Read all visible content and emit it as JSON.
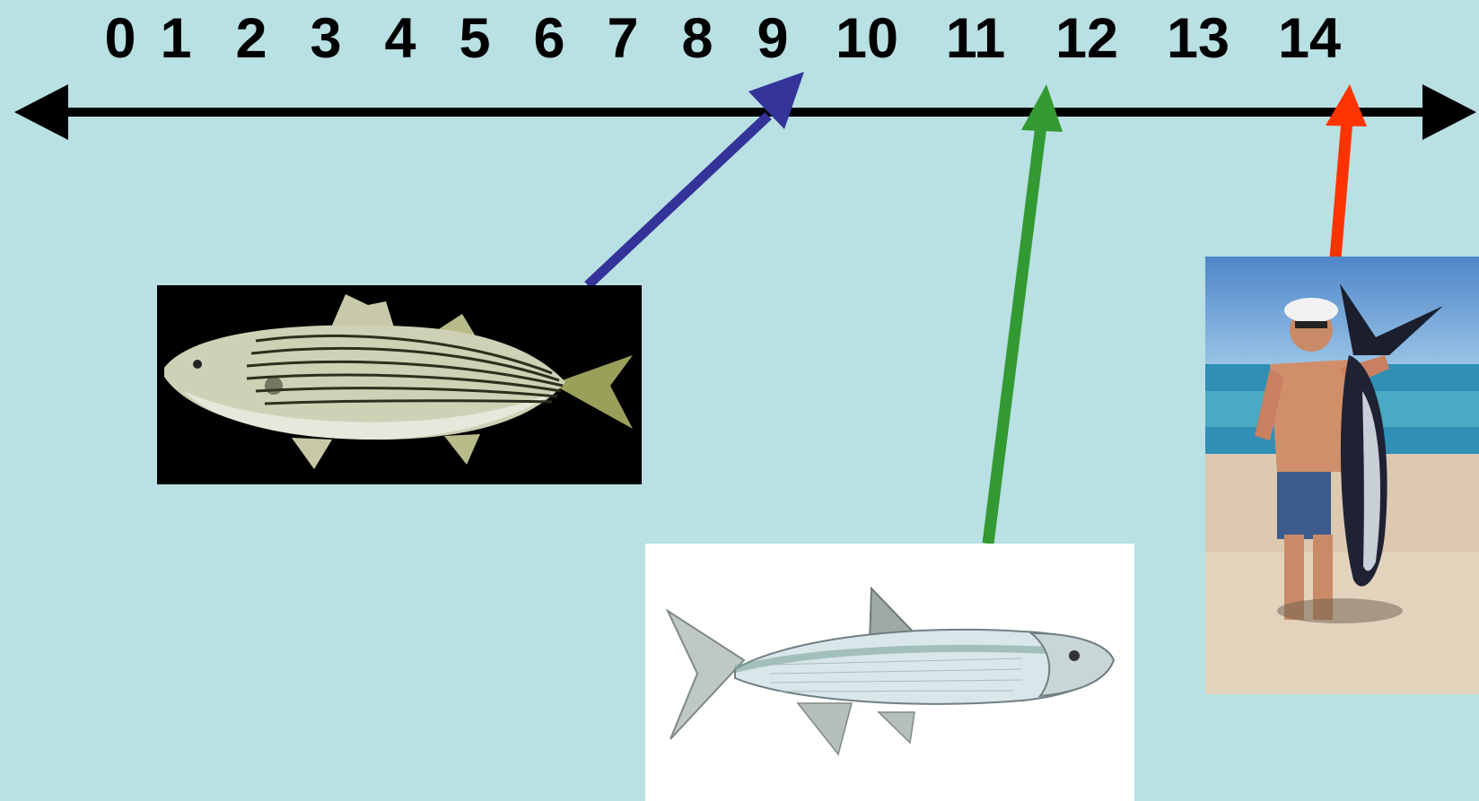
{
  "number_line": {
    "tick_labels": [
      "0",
      "1",
      "2",
      "3",
      "4",
      "5",
      "6",
      "7",
      "8",
      "9",
      "10",
      "11",
      "12",
      "13",
      "14"
    ],
    "line_color": "#000000"
  },
  "arrows": [
    {
      "name": "arrow-to-9",
      "color": "#333399",
      "points_to": 9
    },
    {
      "name": "arrow-to-12",
      "color": "#339933",
      "points_to": 12
    },
    {
      "name": "arrow-to-14",
      "color": "#ff3300",
      "points_to": 14
    }
  ],
  "pictures": [
    {
      "name": "striped-bass-photo",
      "icon": "striped-bass"
    },
    {
      "name": "tarpon-illustration",
      "icon": "tarpon"
    },
    {
      "name": "tuna-catch-photo",
      "icon": "man-holding-bluefin-tuna"
    }
  ],
  "colors": {
    "background": "#b9e0e3"
  }
}
